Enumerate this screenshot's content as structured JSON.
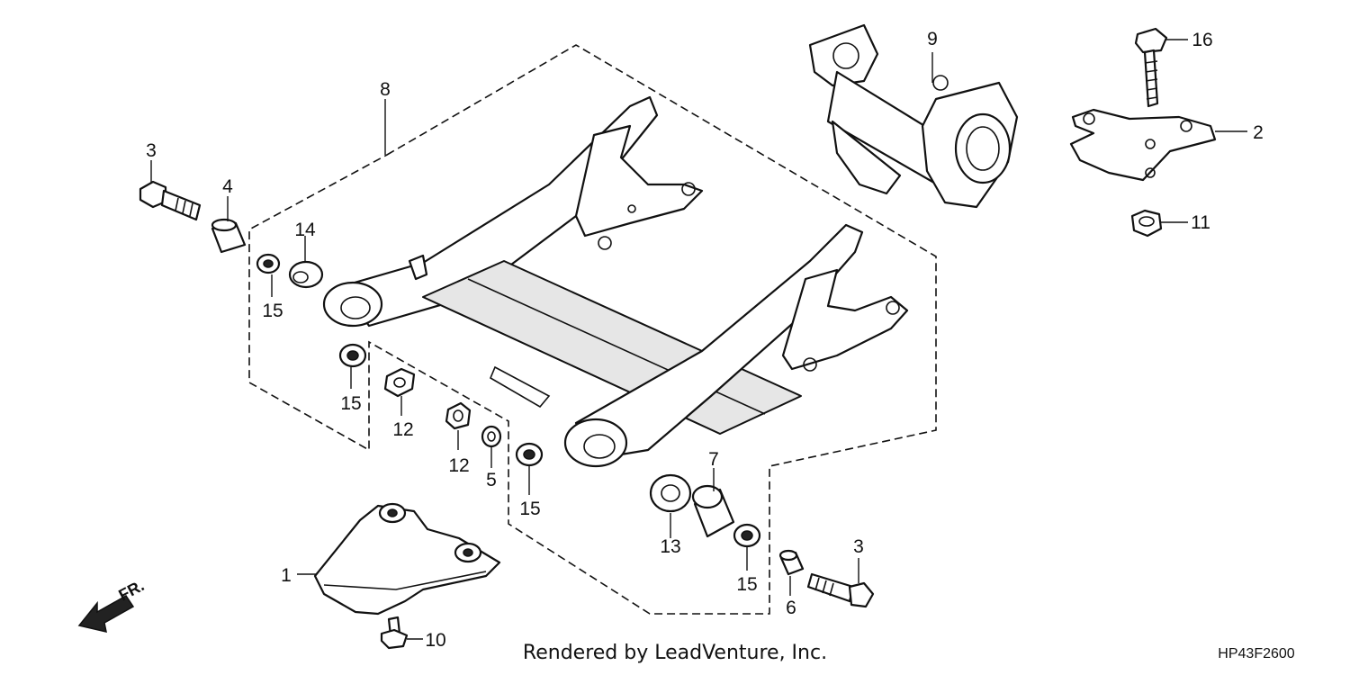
{
  "diagram": {
    "callouts": [
      {
        "id": "c1",
        "label": "1"
      },
      {
        "id": "c2",
        "label": "2"
      },
      {
        "id": "c3a",
        "label": "3"
      },
      {
        "id": "c3b",
        "label": "3"
      },
      {
        "id": "c4",
        "label": "4"
      },
      {
        "id": "c5",
        "label": "5"
      },
      {
        "id": "c6",
        "label": "6"
      },
      {
        "id": "c7",
        "label": "7"
      },
      {
        "id": "c8",
        "label": "8"
      },
      {
        "id": "c9",
        "label": "9"
      },
      {
        "id": "c10",
        "label": "10"
      },
      {
        "id": "c11",
        "label": "11"
      },
      {
        "id": "c12a",
        "label": "12"
      },
      {
        "id": "c12b",
        "label": "12"
      },
      {
        "id": "c13",
        "label": "13"
      },
      {
        "id": "c14",
        "label": "14"
      },
      {
        "id": "c15a",
        "label": "15"
      },
      {
        "id": "c15b",
        "label": "15"
      },
      {
        "id": "c15c",
        "label": "15"
      },
      {
        "id": "c15d",
        "label": "15"
      },
      {
        "id": "c16",
        "label": "16"
      }
    ],
    "direction_label": "FR.",
    "footer": "Rendered by LeadVenture, Inc.",
    "diagram_code": "HP43F2600"
  }
}
